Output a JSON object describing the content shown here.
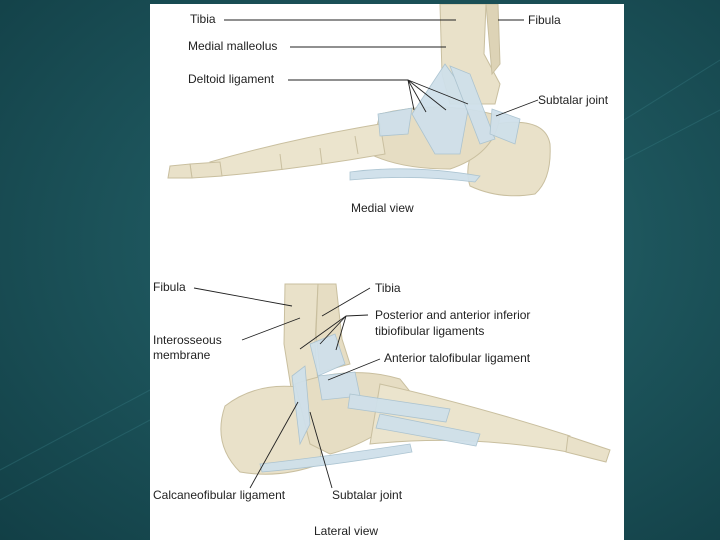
{
  "medial": {
    "tibia": "Tibia",
    "fibula": "Fibula",
    "medial_malleolus": "Medial malleolus",
    "deltoid_ligament": "Deltoid ligament",
    "subtalar_joint": "Subtalar joint",
    "caption": "Medial view"
  },
  "lateral": {
    "fibula": "Fibula",
    "tibia": "Tibia",
    "interosseous_1": "Interosseous",
    "interosseous_2": "membrane",
    "tibiofibular_1": "Posterior and anterior inferior",
    "tibiofibular_2": "tibiofibular ligaments",
    "anterior_talofibular": "Anterior talofibular ligament",
    "calcaneofibular": "Calcaneofibular ligament",
    "subtalar_joint": "Subtalar joint",
    "caption": "Lateral view"
  },
  "colors": {
    "background": "#1d555c",
    "bone": "#e9e1c9",
    "bone_shadow": "#c9bf9f",
    "ligament": "#cfe0ea",
    "leader_line": "#222222"
  }
}
